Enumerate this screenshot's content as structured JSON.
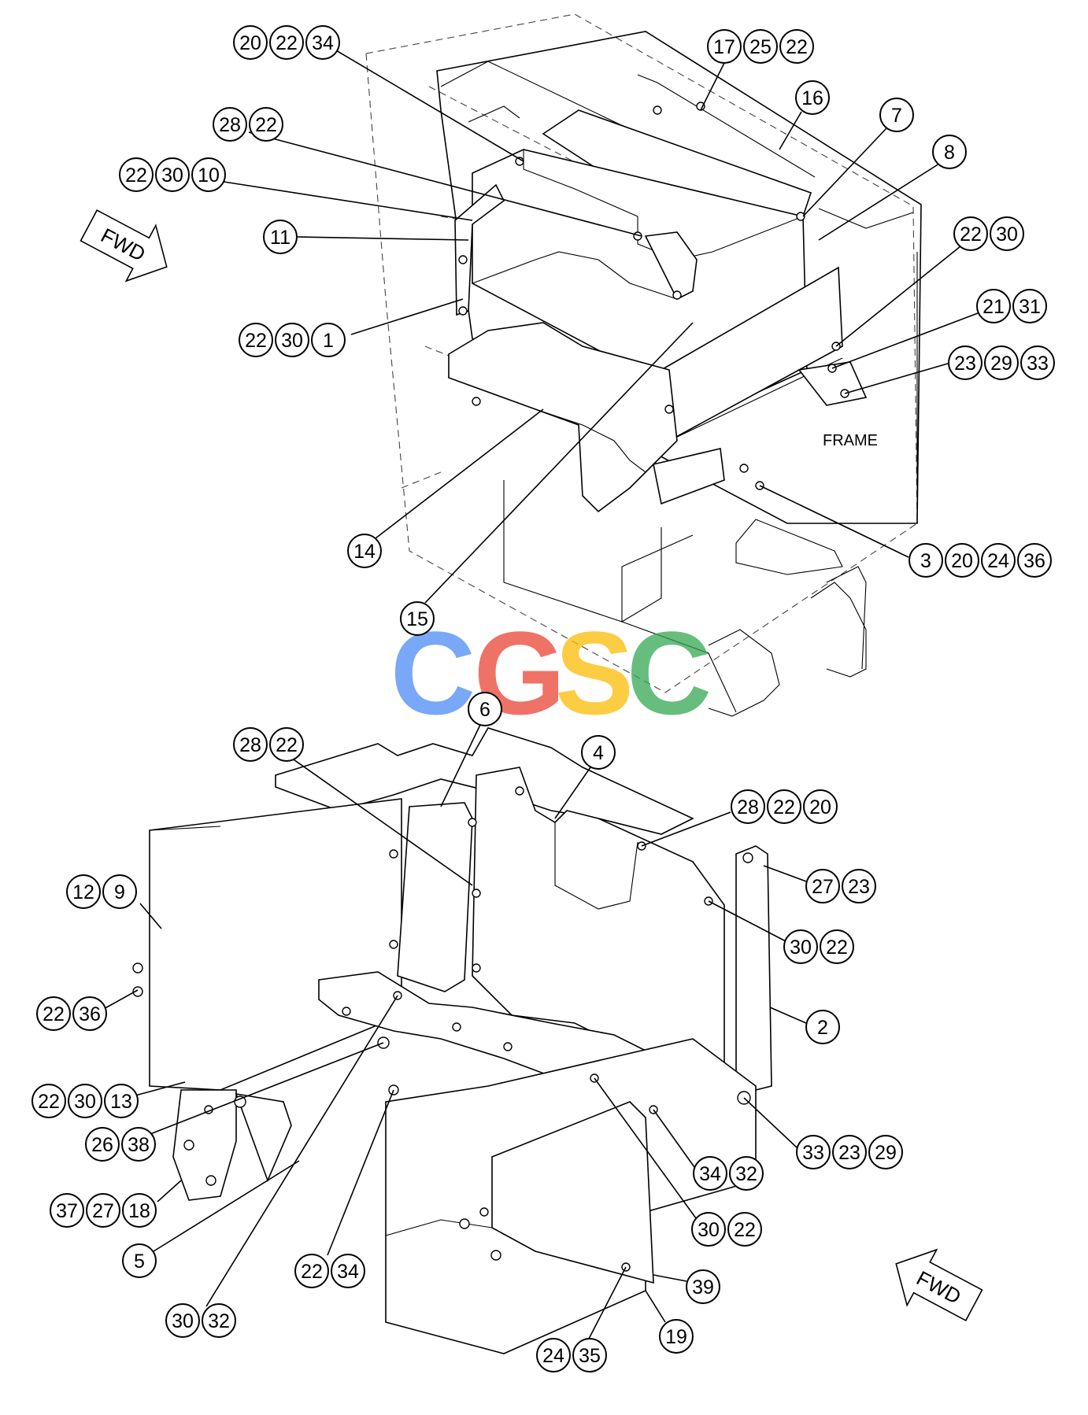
{
  "diagram": {
    "frame_label": "FRAME",
    "fwd_label": "FWD",
    "watermark": {
      "letters": [
        "C",
        "G",
        "S",
        "C"
      ],
      "colors": [
        "#4c8bf5",
        "#ea4335",
        "#fbbc05",
        "#34a853"
      ]
    },
    "callouts": [
      {
        "id": "c1",
        "labels": [
          "20",
          "22",
          "34"
        ]
      },
      {
        "id": "c2",
        "labels": [
          "17",
          "25",
          "22"
        ]
      },
      {
        "id": "c3",
        "labels": [
          "16"
        ]
      },
      {
        "id": "c4",
        "labels": [
          "28",
          "22"
        ]
      },
      {
        "id": "c5",
        "labels": [
          "7"
        ]
      },
      {
        "id": "c6",
        "labels": [
          "8"
        ]
      },
      {
        "id": "c7",
        "labels": [
          "22",
          "30",
          "10"
        ]
      },
      {
        "id": "c8",
        "labels": [
          "11"
        ]
      },
      {
        "id": "c9",
        "labels": [
          "22",
          "30"
        ]
      },
      {
        "id": "c10",
        "labels": [
          "21",
          "31"
        ]
      },
      {
        "id": "c11",
        "labels": [
          "23",
          "29",
          "33"
        ]
      },
      {
        "id": "c12",
        "labels": [
          "22",
          "30",
          "1"
        ]
      },
      {
        "id": "c13",
        "labels": [
          "3",
          "20",
          "24",
          "36"
        ]
      },
      {
        "id": "c14",
        "labels": [
          "14"
        ]
      },
      {
        "id": "c15",
        "labels": [
          "15"
        ]
      },
      {
        "id": "c16",
        "labels": [
          "6"
        ]
      },
      {
        "id": "c17",
        "labels": [
          "4"
        ]
      },
      {
        "id": "c18",
        "labels": [
          "28",
          "22"
        ]
      },
      {
        "id": "c19",
        "labels": [
          "28",
          "22",
          "20"
        ]
      },
      {
        "id": "c20",
        "labels": [
          "27",
          "23"
        ]
      },
      {
        "id": "c21",
        "labels": [
          "12",
          "9"
        ]
      },
      {
        "id": "c22",
        "labels": [
          "30",
          "22"
        ]
      },
      {
        "id": "c23",
        "labels": [
          "22",
          "36"
        ]
      },
      {
        "id": "c24",
        "labels": [
          "2"
        ]
      },
      {
        "id": "c25",
        "labels": [
          "22",
          "30",
          "13"
        ]
      },
      {
        "id": "c26",
        "labels": [
          "26",
          "38"
        ]
      },
      {
        "id": "c27",
        "labels": [
          "33",
          "23",
          "29"
        ]
      },
      {
        "id": "c28",
        "labels": [
          "34",
          "32"
        ]
      },
      {
        "id": "c29",
        "labels": [
          "37",
          "27",
          "18"
        ]
      },
      {
        "id": "c30",
        "labels": [
          "30",
          "22"
        ]
      },
      {
        "id": "c31",
        "labels": [
          "5"
        ]
      },
      {
        "id": "c32",
        "labels": [
          "22",
          "34"
        ]
      },
      {
        "id": "c33",
        "labels": [
          "39"
        ]
      },
      {
        "id": "c34",
        "labels": [
          "30",
          "32"
        ]
      },
      {
        "id": "c35",
        "labels": [
          "19"
        ]
      },
      {
        "id": "c36",
        "labels": [
          "24",
          "35"
        ]
      }
    ]
  }
}
